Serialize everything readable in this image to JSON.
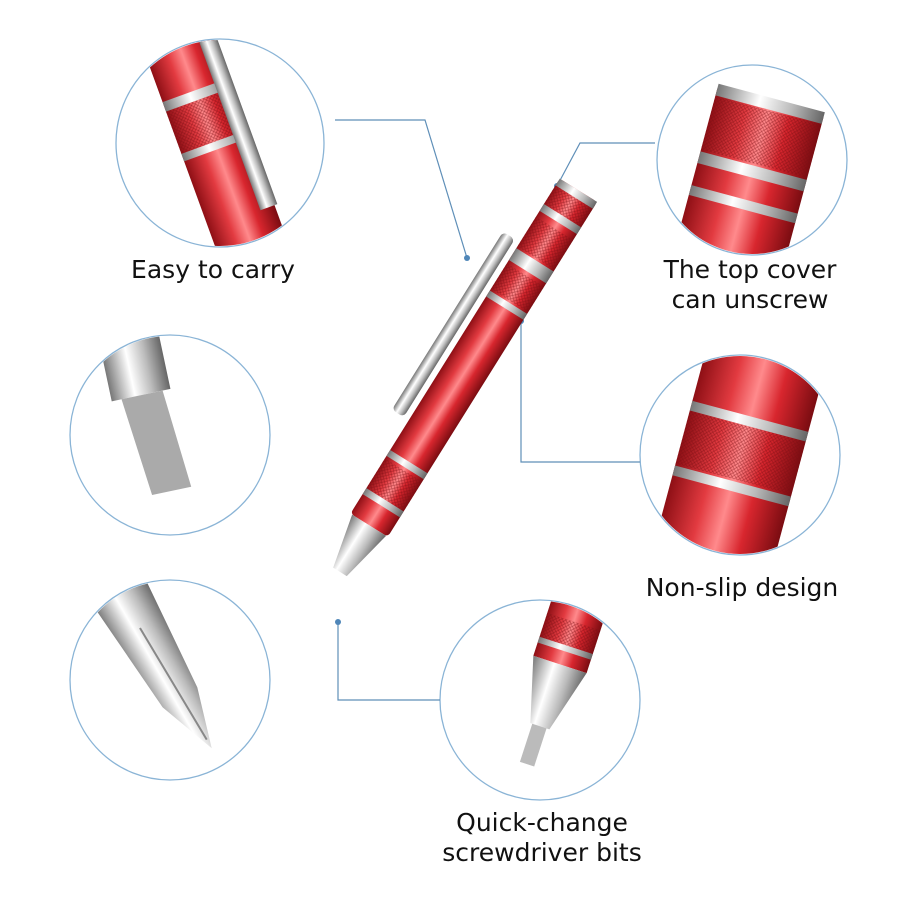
{
  "labels": {
    "easy_to_carry": "Easy to carry",
    "top_cover_line1": "The top  cover",
    "top_cover_line2": "can unscrew",
    "non_slip": "Non-slip design",
    "quick_change_line1": "Quick-change",
    "quick_change_line2": "screwdriver bits"
  },
  "colors": {
    "pen_red": "#d8262e",
    "pen_dark": "#8e0f15",
    "chrome": "#c9c9c9",
    "circle_stroke": "#8ab4d6",
    "connector": "#5f8fb8"
  }
}
